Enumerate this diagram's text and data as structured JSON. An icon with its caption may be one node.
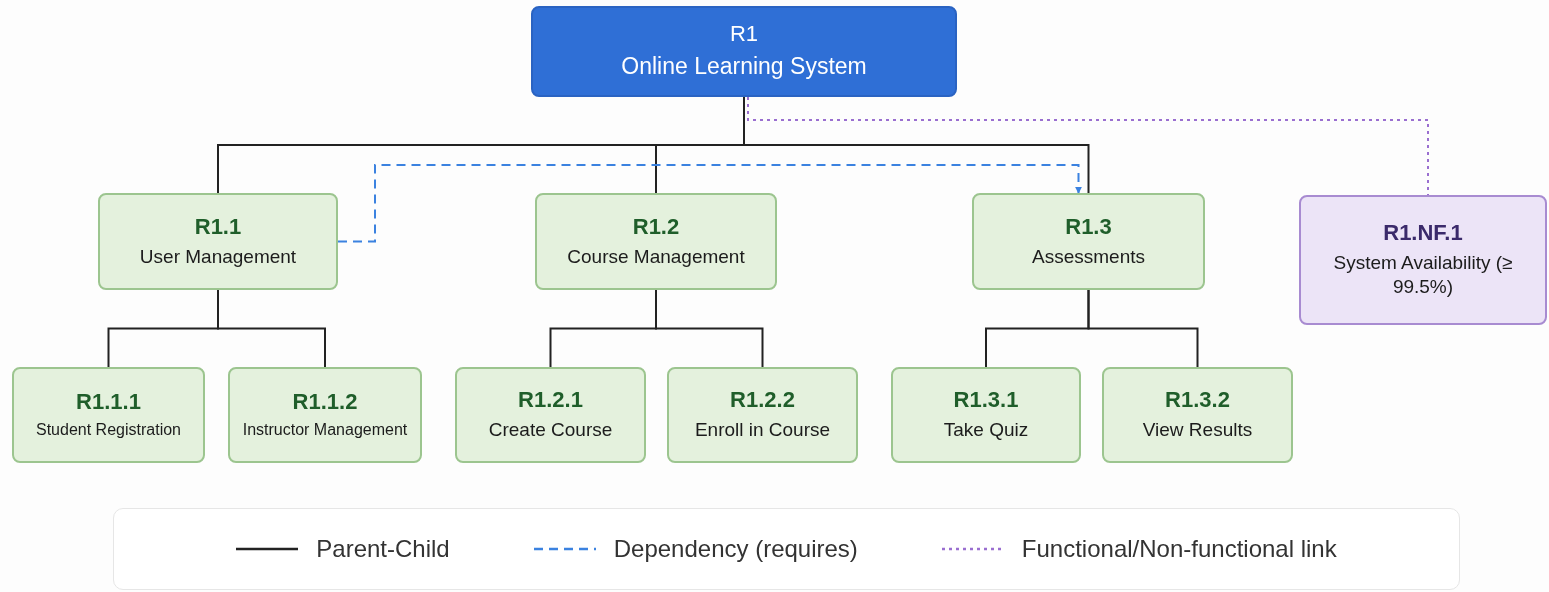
{
  "diagram": {
    "nodes": [
      {
        "text": [
          "R1",
          "Online Learning System"
        ]
      },
      {
        "text": [
          "R1.1",
          "User Management"
        ]
      },
      {
        "text": [
          "R1.2",
          "Course Management"
        ]
      },
      {
        "text": [
          "R1.3",
          "Assessments"
        ]
      },
      {
        "text": [
          "R1.NF.1",
          "System Availability (≥ 99.5%)"
        ]
      },
      {
        "text": [
          "R1.1.1",
          "Student Registration"
        ]
      },
      {
        "text": [
          "R1.1.2",
          "Instructor Management"
        ]
      },
      {
        "text": [
          "R1.2.1",
          "Create Course"
        ]
      },
      {
        "text": [
          "R1.2.2",
          "Enroll in Course"
        ]
      },
      {
        "text": [
          "R1.3.1",
          "Take Quiz"
        ]
      },
      {
        "text": [
          "R1.3.2",
          "View Results"
        ]
      }
    ],
    "edges": [
      {
        "from": 0,
        "to": 1,
        "arrow": "none"
      },
      {
        "from": 0,
        "to": 2,
        "arrow": "none"
      },
      {
        "from": 0,
        "to": 3,
        "arrow": "none"
      },
      {
        "from": 1,
        "to": 5,
        "arrow": "none"
      },
      {
        "from": 1,
        "to": 6,
        "arrow": "none"
      },
      {
        "from": 2,
        "to": 7,
        "arrow": "none"
      },
      {
        "from": 2,
        "to": 8,
        "arrow": "none"
      },
      {
        "from": 3,
        "to": 9,
        "arrow": "none"
      },
      {
        "from": 3,
        "to": 10,
        "arrow": "none"
      },
      {
        "from": 1,
        "to": 3,
        "arrow": "to",
        "style": "dashed",
        "color": "#3b82e0"
      },
      {
        "from": 0,
        "to": 4,
        "arrow": "none",
        "style": "dashed",
        "color": "#9a6fd0"
      }
    ],
    "legend": [
      {
        "text": "Parent-Child"
      },
      {
        "text": "Dependency (requires)"
      },
      {
        "text": "Functional/Non-functional link"
      }
    ]
  }
}
